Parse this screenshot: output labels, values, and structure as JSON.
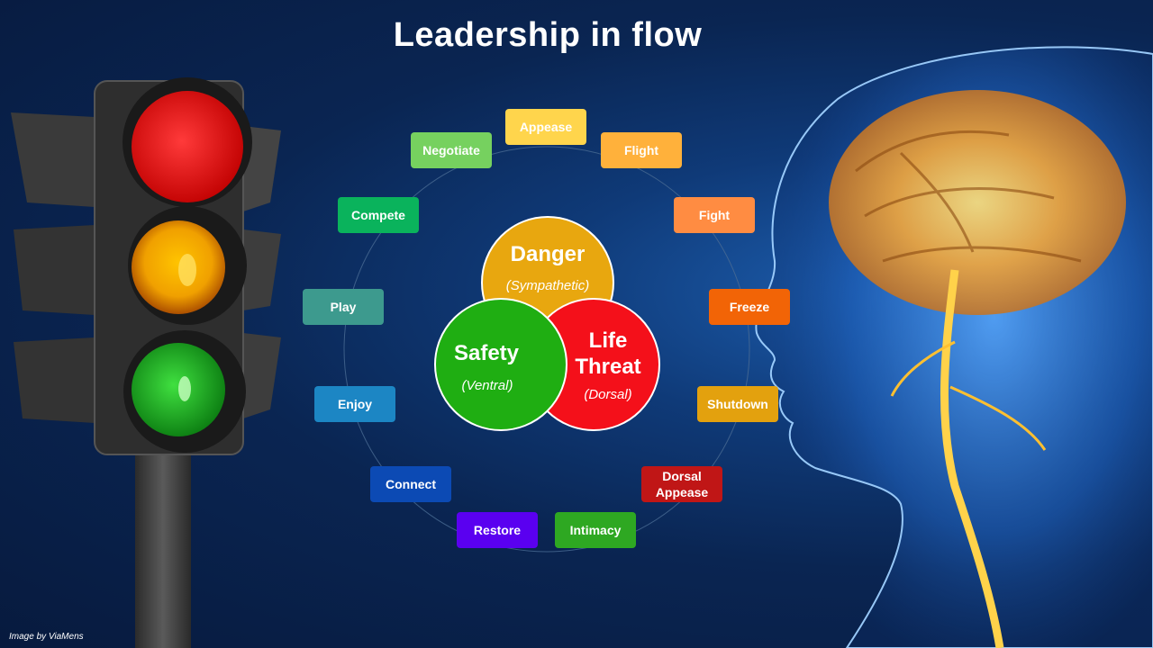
{
  "title": "Leadership in flow",
  "credit": "Image by ViaMens",
  "states": [
    {
      "title": "Danger",
      "subtitle": "(Sympathetic)",
      "color": "#e8a70f"
    },
    {
      "title": "Safety",
      "subtitle": "(Ventral)",
      "color": "#1fae12"
    },
    {
      "title": "Life\nThreat",
      "subtitle": "(Dorsal)",
      "color": "#f4101a"
    }
  ],
  "ring": [
    {
      "label": "Appease",
      "color": "#ffd54c"
    },
    {
      "label": "Flight",
      "color": "#ffb13b"
    },
    {
      "label": "Fight",
      "color": "#ff8c42"
    },
    {
      "label": "Freeze",
      "color": "#f26406"
    },
    {
      "label": "Shutdown",
      "color": "#e3a10e"
    },
    {
      "label": "Dorsal\nAppease",
      "color": "#c01616"
    },
    {
      "label": "Intimacy",
      "color": "#2ea822"
    },
    {
      "label": "Restore",
      "color": "#5a00f0"
    },
    {
      "label": "Connect",
      "color": "#0c4ab4"
    },
    {
      "label": "Enjoy",
      "color": "#1c86c4"
    },
    {
      "label": "Play",
      "color": "#3d9a8e"
    },
    {
      "label": "Compete",
      "color": "#0ab35c"
    },
    {
      "label": "Negotiate",
      "color": "#76d15f"
    }
  ]
}
